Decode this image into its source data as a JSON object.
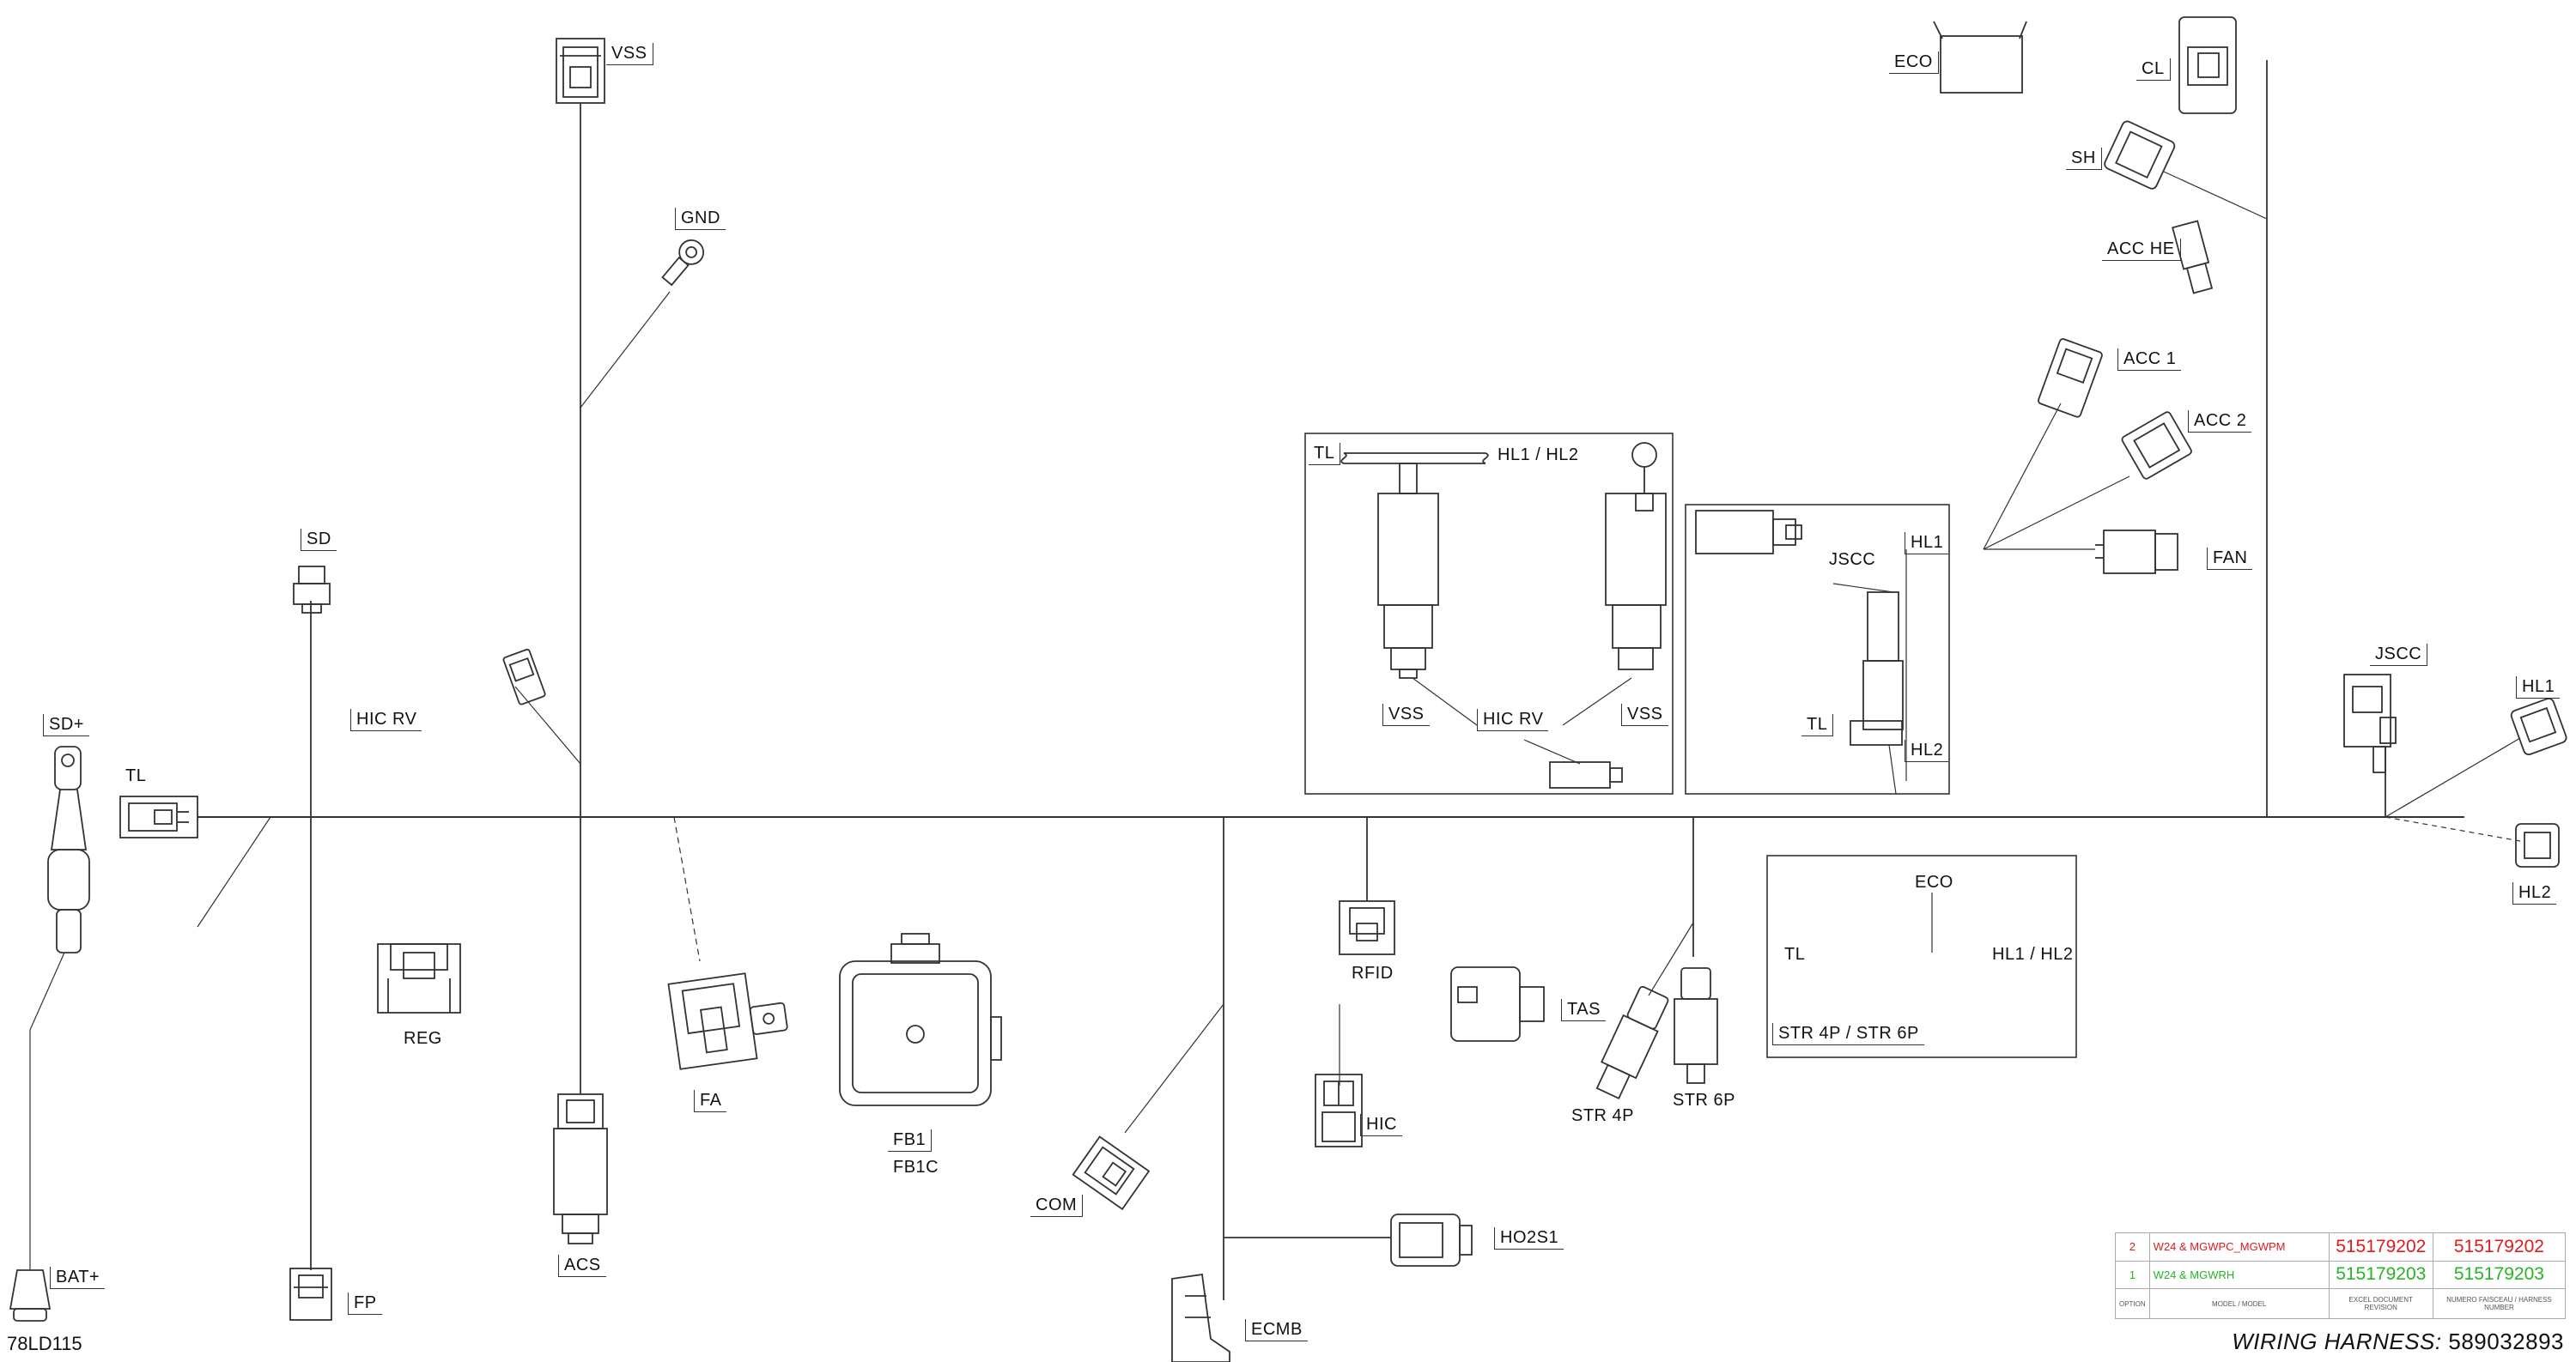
{
  "drawing_code": "78LD115",
  "harness": {
    "title_label": "WIRING HARNESS:",
    "number": "589032893"
  },
  "connectors": {
    "vss": "VSS",
    "gnd": "GND",
    "sd": "SD",
    "sd_plus": "SD+",
    "tl": "TL",
    "hic_rv": "HIC  RV",
    "reg": "REG",
    "fa": "FA",
    "acs": "ACS",
    "fp": "FP",
    "bat_plus": "BAT+",
    "fb1": "FB1",
    "fb1c": "FB1C",
    "com": "COM",
    "ecmb": "ECMB",
    "rfid": "RFID",
    "hic": "HIC",
    "tas": "TAS",
    "str4p": "STR 4P",
    "str6p": "STR 6P",
    "ho2s1": "HO2S1",
    "eco": "ECO",
    "cl": "CL",
    "sh": "SH",
    "acc_he": "ACC  HE",
    "acc1": "ACC 1",
    "acc2": "ACC 2",
    "fan": "FAN",
    "jscc": "JSCC",
    "hl1": "HL1",
    "hl2": "HL2"
  },
  "detail_a": {
    "tl": "TL",
    "hl1_hl2": "HL1 / HL2",
    "vss_left": "VSS",
    "hic_rv": "HIC  RV",
    "vss_right": "VSS"
  },
  "detail_b": {
    "jscc": "JSCC",
    "hl1": "HL1",
    "tl": "TL",
    "hl2": "HL2"
  },
  "detail_c": {
    "eco": "ECO",
    "tl": "TL",
    "hl1_hl2": "HL1 / HL2",
    "str": "STR 4P / STR 6P"
  },
  "revisions": {
    "rows": [
      {
        "rev": "2",
        "model": "W24 & MGWPC_MGWPM",
        "doc": "515179202",
        "harness": "515179202",
        "color": "#e01b1b"
      },
      {
        "rev": "1",
        "model": "W24 & MGWRH",
        "doc": "515179203",
        "harness": "515179203",
        "color": "#27b527"
      }
    ],
    "header": {
      "rev": "OPTION",
      "model": "MODEL / MODEL",
      "doc": "EXCEL DOCUMENT REVISION",
      "harness": "NUMERO FAISCEAU / HARNESS NUMBER"
    }
  }
}
